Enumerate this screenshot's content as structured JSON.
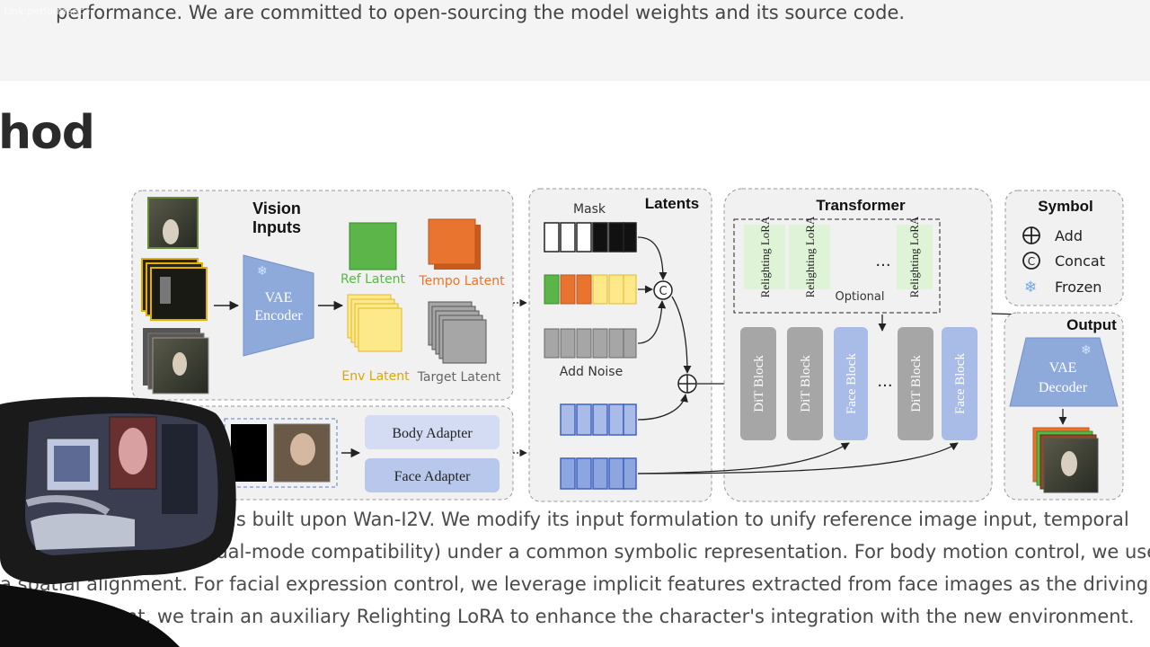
{
  "page": {
    "tiny_label": "Link performance",
    "top_text": "performance. We are committed to open-sourcing the model weights and its source code.",
    "heading": "hod",
    "paragraph_lines": [
      "is built upon Wan-I2V. We modify its input formulation to unify reference image input, temporal",
      "al information (for dual-mode compatibility) under a common symbolic representation. For body motion control, we use ske",
      "a spatial alignment. For facial expression control, we leverage implicit features extracted from face images as the driving sig",
      "ent, we train an auxiliary Relighting LoRA to enhance the character's integration with the new environment."
    ]
  },
  "diagram": {
    "vision": {
      "title_line1": "Vision",
      "title_line2": "Inputs",
      "vae_encoder_line1": "VAE",
      "vae_encoder_line2": "Encoder",
      "ref_latent": "Ref Latent",
      "tempo_latent": "Tempo Latent",
      "env_latent": "Env Latent",
      "target_latent": "Target Latent"
    },
    "adapters": {
      "body": "Body Adapter",
      "face": "Face Adapter"
    },
    "latents": {
      "title": "Latents",
      "mask": "Mask",
      "add_noise": "Add Noise",
      "concat_symbol": "C"
    },
    "transformer": {
      "title": "Transformer",
      "lora1": "Relighting LoRA",
      "lora2": "Relighting LoRA",
      "lora3": "Relighting LoRA",
      "ellipsis": "...",
      "optional": "Optional",
      "dit1": "DiT Block",
      "dit2": "DiT Block",
      "face1": "Face Block",
      "dit3": "DiT Block",
      "face2": "Face Block"
    },
    "symbol": {
      "title": "Symbol",
      "add": "Add",
      "concat": "Concat",
      "frozen": "Frozen"
    },
    "output": {
      "title": "Output",
      "vae_decoder_line1": "VAE",
      "vae_decoder_line2": "Decoder"
    },
    "colors": {
      "green": "#5cb548",
      "orange": "#e8742f",
      "yellow": "#fde88a",
      "grey": "#a6a6a6",
      "blue": "#a9bce8",
      "light_green": "#dff3d6",
      "adapter_blue": "#d3dcf2"
    }
  }
}
